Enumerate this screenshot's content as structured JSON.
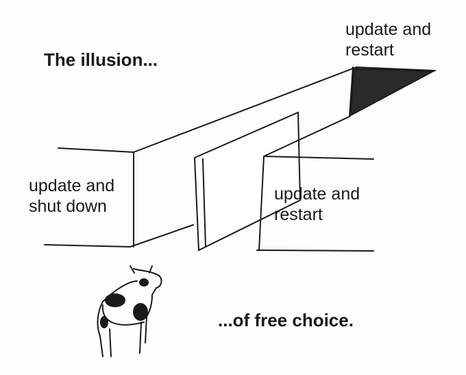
{
  "title": "The illusion...",
  "caption": "...of free choice.",
  "paths": {
    "top_right": {
      "line1": "update and",
      "line2": "restart"
    },
    "left": {
      "line1": "update and",
      "line2": "shut down"
    },
    "right": {
      "line1": "update and",
      "line2": "restart"
    }
  },
  "colors": {
    "ink": "#1a1a1a",
    "background": "#fdfdfd"
  }
}
